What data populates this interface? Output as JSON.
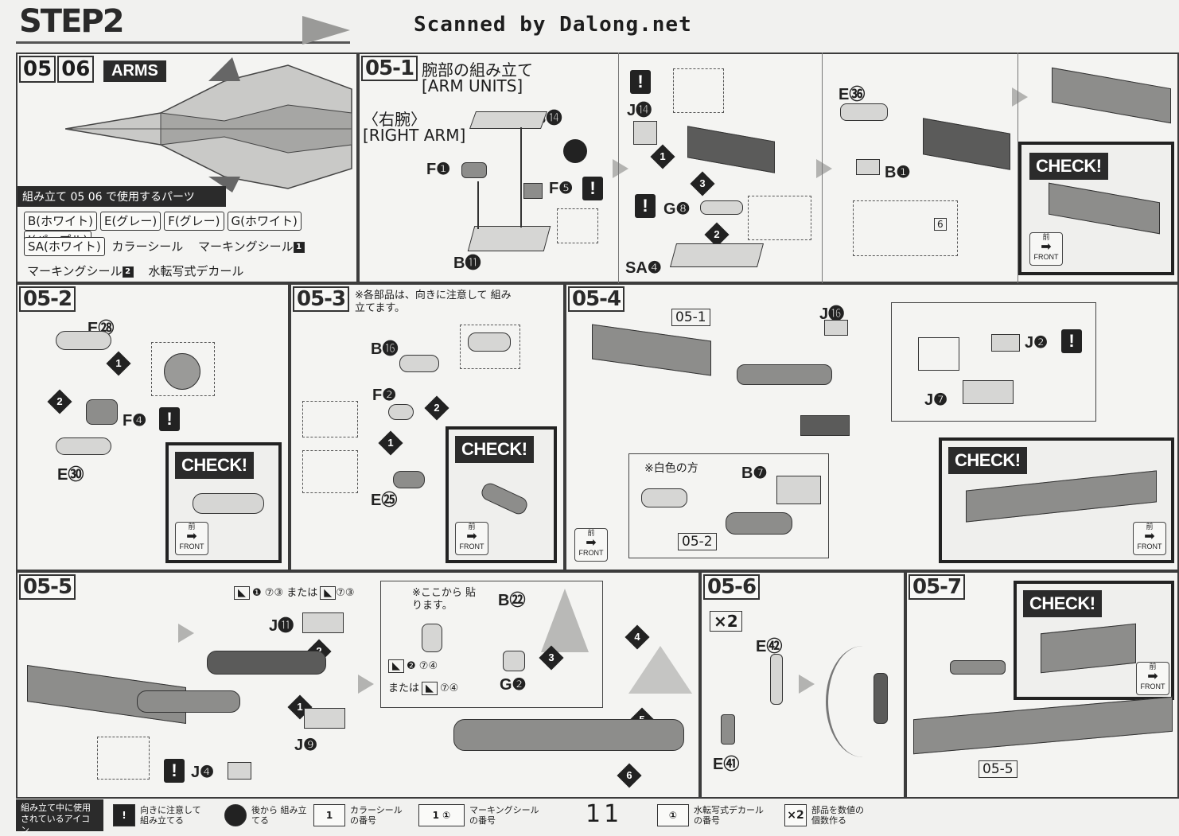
{
  "header": {
    "step_title": "STEP2",
    "scan_credit": "Scanned by Dalong.net"
  },
  "arms_panel": {
    "num_a": "05",
    "num_b": "06",
    "title": "ARMS",
    "parts_header": "組み立て 05 06 で使用するパーツ",
    "parts": [
      "B(ホワイト)",
      "E(グレー)",
      "F(グレー)",
      "G(ホワイト)",
      "J(パープル)",
      "SA(ホワイト)"
    ],
    "extras": [
      "カラーシール",
      "マーキングシール",
      "マーキングシール",
      "水転写式デカール"
    ],
    "marking1_num": "1",
    "marking2_num": "2"
  },
  "step_05_1": {
    "label": "05-1",
    "title_jp": "腕部の組み立て",
    "title_en": "[ARM UNITS]",
    "sub_jp": "〈右腕〉",
    "sub_en": "[RIGHT ARM]",
    "callouts": [
      "B⓮",
      "F❶",
      "F❺",
      "B⓫",
      "J⓮",
      "G❽",
      "SA❹",
      "E㊱",
      "B❶"
    ],
    "sticker_num": "6"
  },
  "step_05_2": {
    "label": "05-2",
    "callouts": [
      "E㉘",
      "F❹",
      "E㉚"
    ]
  },
  "step_05_3": {
    "label": "05-3",
    "note": "※各部品は、向きに注意して 組み立てます。",
    "callouts": [
      "B⓰",
      "F❷",
      "E㉕"
    ]
  },
  "step_05_4": {
    "label": "05-4",
    "callouts": [
      "J⓰",
      "J❷",
      "J❼",
      "B❼"
    ],
    "ref_a": "05-1",
    "ref_b": "05-2",
    "white_note": "※白色の方"
  },
  "step_05_5": {
    "label": "05-5",
    "marking_note": "❶ ⑦③ または",
    "marking_alt": "⑦③",
    "attach_note": "※ここから 貼ります。",
    "marking2_note": "❷ ⑦④",
    "or_text": "または",
    "marking2_alt": "⑦④",
    "callouts": [
      "J⓫",
      "J❾",
      "J❹",
      "B㉒",
      "G❷"
    ]
  },
  "step_05_6": {
    "label": "05-6",
    "multiplier": "×2",
    "callouts": [
      "E㊷",
      "E㊶"
    ]
  },
  "step_05_7": {
    "label": "05-7",
    "ref": "05-5"
  },
  "check": {
    "label": "CHECK!",
    "front_jp": "前",
    "front_en": "FRONT"
  },
  "footer": {
    "legend_title": "組み立て中に使用 されているアイコン",
    "items": [
      "向きに注意して 組み立てる",
      "後から 組み立てる",
      "カラーシール の番号",
      "マーキングシール の番号",
      "水転写式デカール の番号",
      "部品を数値の 個数作る"
    ],
    "icon_marks": [
      "!",
      "",
      "1",
      "1 ①",
      "①",
      "×2"
    ],
    "page_number": "11"
  }
}
